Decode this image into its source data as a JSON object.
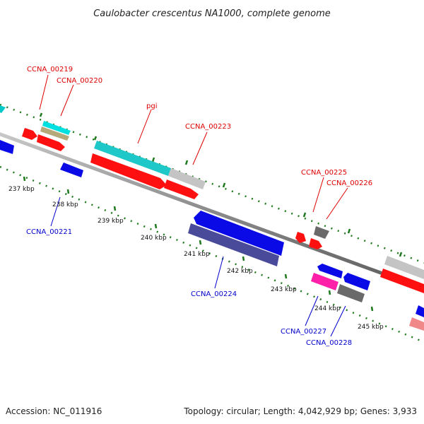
{
  "title": "Caulobacter crescentus NA1000, complete genome",
  "footer": {
    "accession": "Accession: NC_011916",
    "topology": "Topology: circular; Length: 4,042,929 bp; Genes: 3,933"
  },
  "colors": {
    "backbone": "#8f8f8f",
    "tick": "#1f7a1f",
    "forward_label": "#dd0000",
    "reverse_label": "#0000cc"
  },
  "kbp_labels": [
    "237 kbp",
    "238 kbp",
    "239 kbp",
    "240 kbp",
    "241 kbp",
    "242 kbp",
    "243 kbp",
    "244 kbp",
    "245 kbp"
  ],
  "gene_labels": {
    "forward": [
      "CCNA_00219",
      "CCNA_00220",
      "pgi",
      "CCNA_00223",
      "CCNA_00225",
      "CCNA_00226"
    ],
    "reverse": [
      "CCNA_00221",
      "CCNA_00224",
      "CCNA_00227",
      "CCNA_00228"
    ]
  }
}
